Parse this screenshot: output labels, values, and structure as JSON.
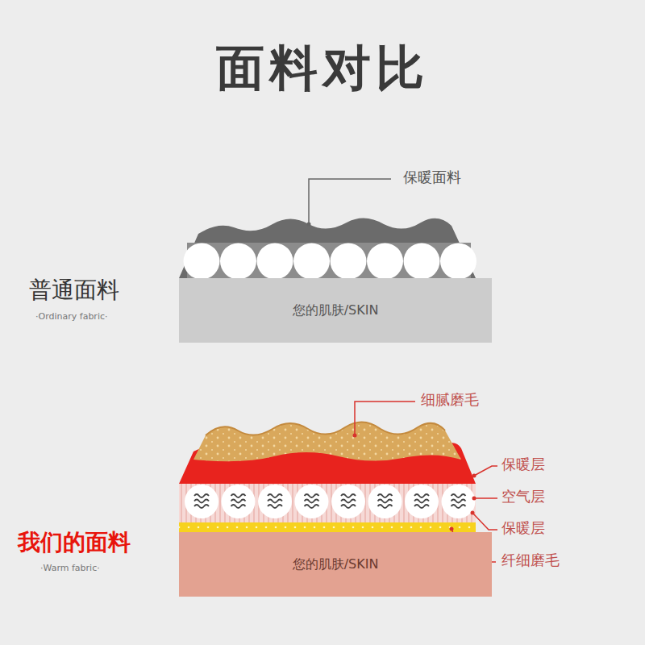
{
  "diagram": {
    "title": "面料对比",
    "nodes": [
      {
        "text": [
          "您的肌肤/SKIN"
        ]
      },
      {
        "text": [
          "您的肌肤/SKIN"
        ]
      }
    ],
    "labels": [
      "保暖面料",
      "普通面料",
      "·Ordinary fabric·",
      "细腻磨毛",
      "保暖层",
      "空气层",
      "保暖层",
      "纤细磨毛",
      "我们的面料",
      "·Warm fabric·"
    ]
  }
}
